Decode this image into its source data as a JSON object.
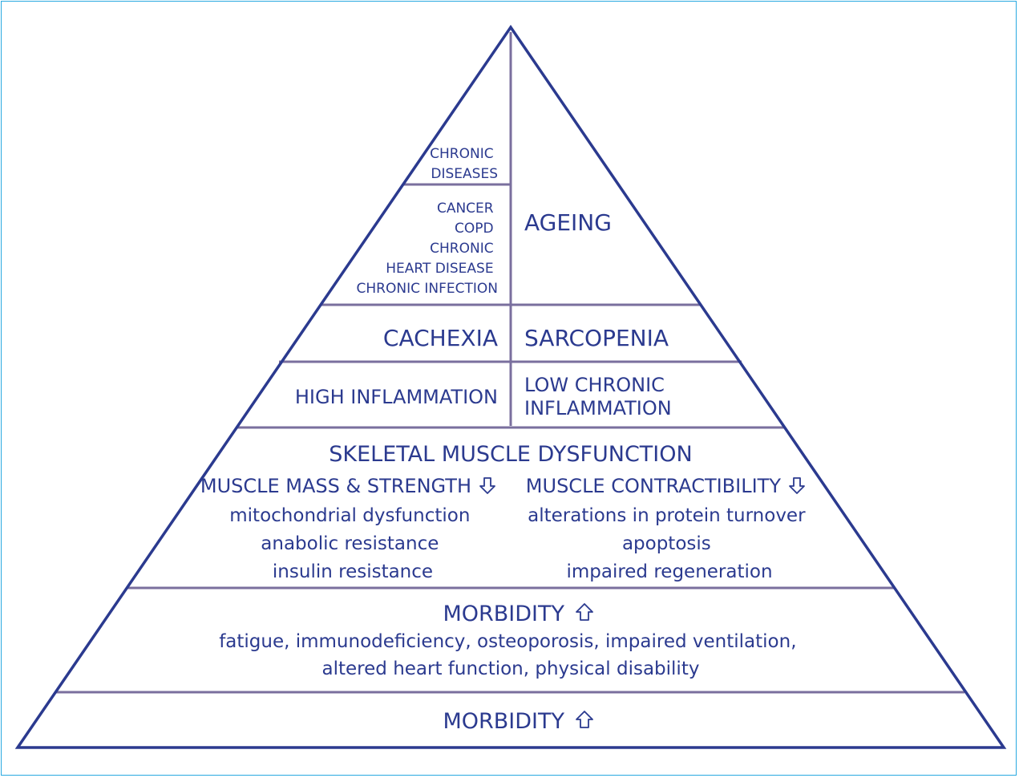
{
  "top_left_labels": {
    "chronic_diseases": [
      "CHRONIC",
      "DISEASES"
    ],
    "disease_list": [
      "CANCER",
      "COPD",
      "CHRONIC",
      "HEART DISEASE",
      "CHRONIC INFECTION"
    ]
  },
  "top_right_label": "AGEING",
  "level_cachexia": {
    "left": "CACHEXIA",
    "right": "SARCOPENIA"
  },
  "level_inflammation": {
    "left": "HIGH INFLAMMATION",
    "right": [
      "LOW CHRONIC",
      "INFLAMMATION"
    ]
  },
  "level_skeletal": {
    "title": "SKELETAL MUSCLE DYSFUNCTION",
    "left_heading": "MUSCLE MASS & STRENGTH",
    "left_heading_arrow": "down",
    "left_items": [
      "mitochondrial dysfunction",
      "anabolic resistance",
      "insulin resistance"
    ],
    "right_heading": "MUSCLE CONTRACTIBILITY",
    "right_heading_arrow": "down",
    "right_items": [
      "alterations in protein turnover",
      "apoptosis",
      "impaired regeneration"
    ]
  },
  "level_morbidity": {
    "title": "MORBIDITY",
    "title_arrow": "up",
    "lines": [
      "fatigue, immunodeficiency, osteoporosis, impaired ventilation,",
      "altered heart function, physical disability"
    ]
  },
  "level_base": {
    "title": "MORBIDITY",
    "title_arrow": "up"
  },
  "colors": {
    "outline": "#2b3a8f",
    "divider": "#7a6f9e",
    "text": "#2b3a8f",
    "frame": "#29a9e0"
  }
}
